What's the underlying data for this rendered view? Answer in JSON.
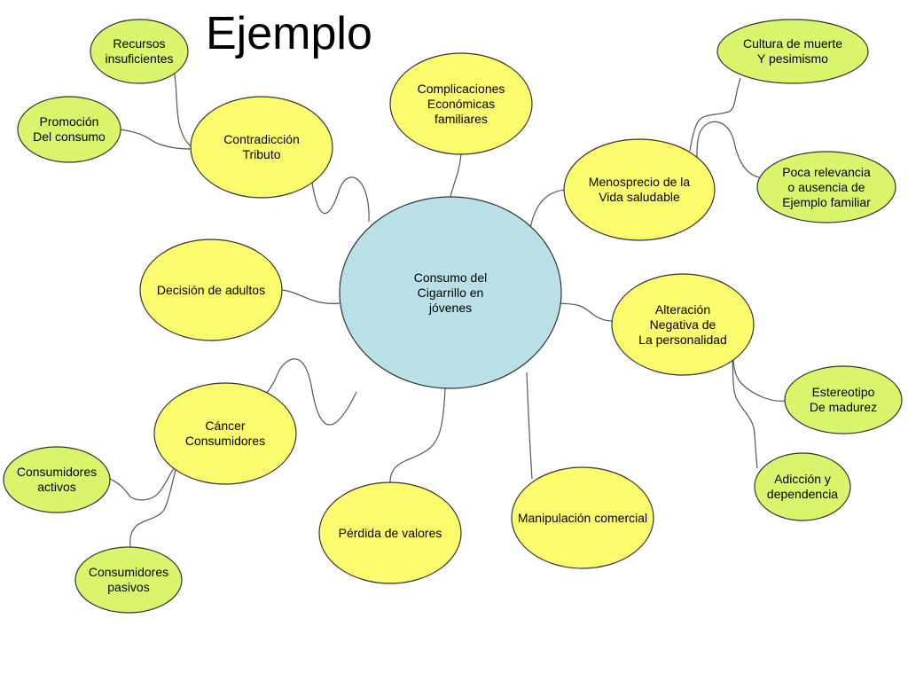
{
  "title": "Ejemplo",
  "colors": {
    "center": "#b9e0e6",
    "primary": "#fbfb6e",
    "secondary": "#d9f56b",
    "stroke": "#333333",
    "connector": "#555555"
  },
  "center": {
    "id": "center",
    "label": "Consumo del\nCigarrillo en\njóvenes"
  },
  "primary_nodes": [
    {
      "id": "contradiccion",
      "label": "Contradicción\nTributo"
    },
    {
      "id": "complicaciones",
      "label": "Complicaciones\nEconómicas\nfamiliares"
    },
    {
      "id": "menosprecio",
      "label": "Menosprecio de la\nVida saludable"
    },
    {
      "id": "decision",
      "label": "Decisión de adultos"
    },
    {
      "id": "alteracion",
      "label": "Alteración\nNegativa de\nLa personalidad"
    },
    {
      "id": "cancer",
      "label": "Cáncer\nConsumidores"
    },
    {
      "id": "perdida",
      "label": "Pérdida de valores"
    },
    {
      "id": "manipulacion",
      "label": "Manipulación comercial"
    }
  ],
  "secondary_nodes": [
    {
      "id": "recursos",
      "label": "Recursos\ninsuficientes"
    },
    {
      "id": "promocion",
      "label": "Promoción\nDel consumo"
    },
    {
      "id": "cultura",
      "label": "Cultura de muerte\nY pesimismo"
    },
    {
      "id": "poca",
      "label": "Poca relevancia\no ausencia de\nEjemplo familiar"
    },
    {
      "id": "estereotipo",
      "label": "Estereotipo\nDe madurez"
    },
    {
      "id": "adiccion",
      "label": "Adicción y\ndependencia"
    },
    {
      "id": "activos",
      "label": "Consumidores\nactivos"
    },
    {
      "id": "pasivos",
      "label": "Consumidores\npasivos"
    }
  ]
}
